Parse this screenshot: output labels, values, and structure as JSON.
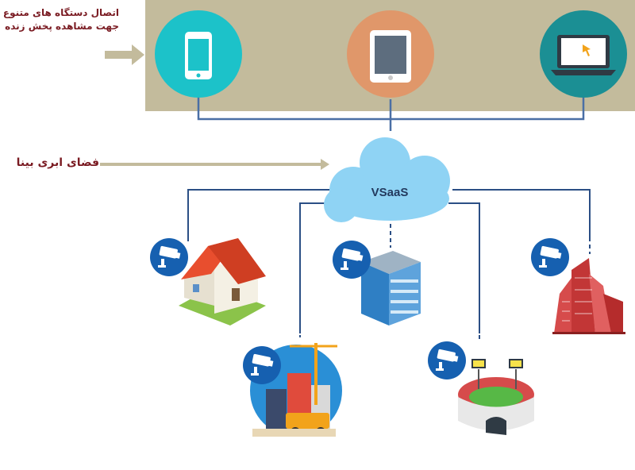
{
  "devices_caption": {
    "line1": "اتصال دستگاه های متنوع",
    "line2": "جهت مشاهده پخش زنده"
  },
  "cloud_caption": "فضای ابری بینا",
  "cloud_label": "VSaaS",
  "devices": [
    {
      "icon": "smartphone-icon",
      "color": "#1cc2c9"
    },
    {
      "icon": "tablet-icon",
      "color": "#e0976a"
    },
    {
      "icon": "laptop-icon",
      "color": "#1b8f94"
    }
  ],
  "sites": [
    {
      "icon": "house-icon"
    },
    {
      "icon": "office-building-icon"
    },
    {
      "icon": "skyscraper-icon"
    },
    {
      "icon": "construction-site-icon"
    },
    {
      "icon": "stadium-icon"
    }
  ],
  "colors": {
    "band": "#c3bb9c",
    "arrow": "#c3bb9c",
    "connector": "#4a6fa5",
    "cloud": "#8fd3f4",
    "camera_badge": "#1660b0",
    "caption": "#7a1b22"
  }
}
